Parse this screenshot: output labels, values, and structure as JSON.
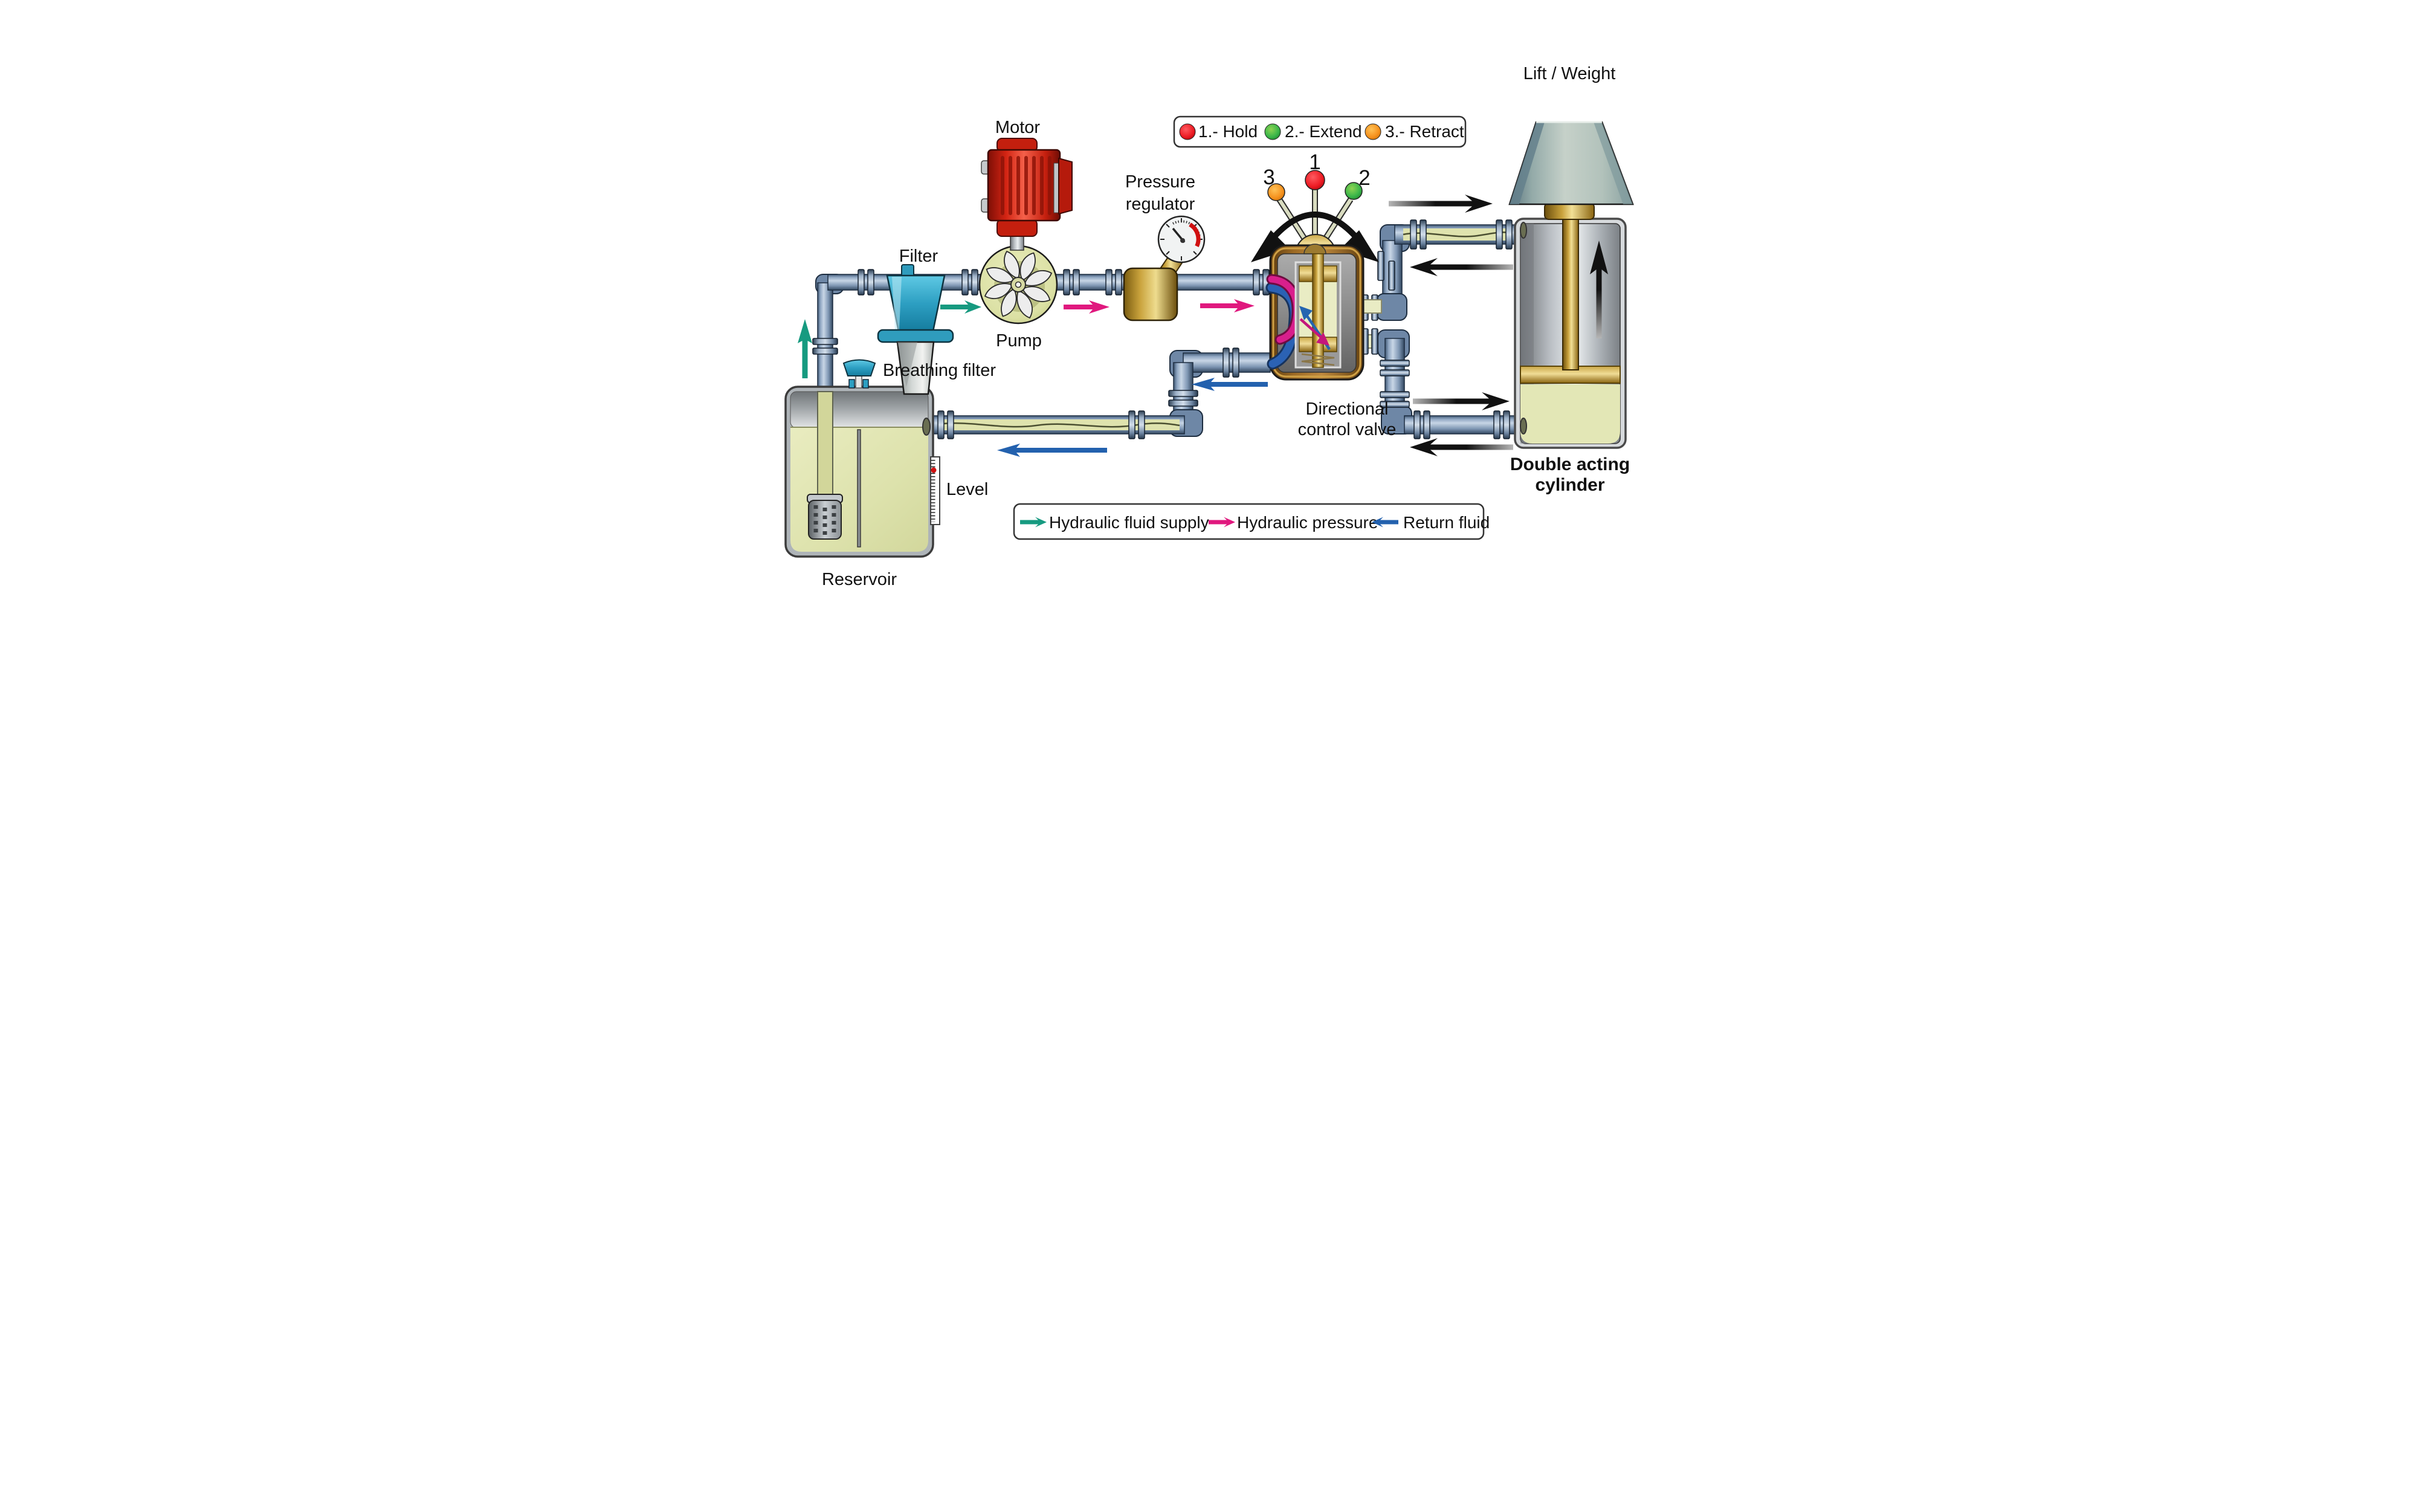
{
  "labels": {
    "motor": "Motor",
    "filter": "Filter",
    "pump": "Pump",
    "pressure_regulator_line1": "Pressure",
    "pressure_regulator_line2": "regulator",
    "breathing_filter": "Breathing filter",
    "level": "Level",
    "reservoir": "Reservoir",
    "directional_valve_line1": "Directional",
    "directional_valve_line2": "control valve",
    "cylinder_line1": "Double acting",
    "cylinder_line2": "cylinder",
    "lift_weight": "Lift / Weight"
  },
  "valve_levers": {
    "positions": [
      {
        "number": "3",
        "ball_color": "#f6921e",
        "action": "Retract"
      },
      {
        "number": "1",
        "ball_color": "#ed1c24",
        "action": "Hold"
      },
      {
        "number": "2",
        "ball_color": "#39b54a",
        "action": "Extend"
      }
    ]
  },
  "legend_positions": {
    "items": [
      {
        "label": "1.- Hold",
        "marker_color": "#ed1c24"
      },
      {
        "label": "2.- Extend",
        "marker_color": "#39b54a"
      },
      {
        "label": "3.- Retract",
        "marker_color": "#f6921e"
      }
    ]
  },
  "legend_flow": {
    "items": [
      {
        "label": "Hydraulic fluid supply",
        "arrow_color": "#169a80",
        "direction": "right"
      },
      {
        "label": "Hydraulic pressure",
        "arrow_color": "#e0187e",
        "direction": "right"
      },
      {
        "label": "Return fluid",
        "arrow_color": "#2361ae",
        "direction": "left"
      }
    ]
  },
  "colors": {
    "pipe": "#7b93b0",
    "pipe_fluid": "#dfe3ae",
    "motor_red": "#d32413",
    "valve_body_brown": "#9c6a24",
    "reservoir_fluid": "#dde2ac",
    "regulator_gold": "#c9a23c",
    "background": "#ffffff"
  }
}
